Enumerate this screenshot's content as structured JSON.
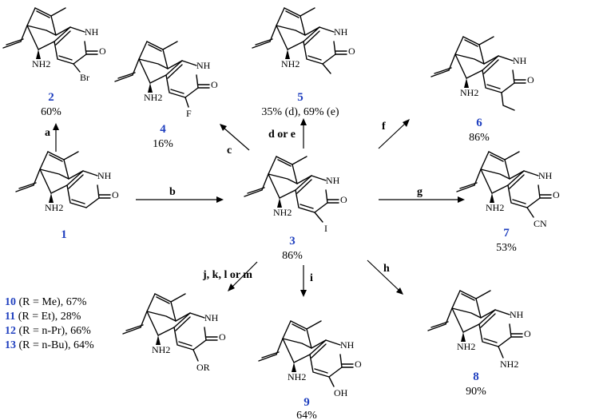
{
  "compounds": [
    {
      "id": "c1",
      "number": "1",
      "yield": "",
      "sub": "",
      "nh": "NH",
      "o": "O",
      "nh2": "NH2"
    },
    {
      "id": "c2",
      "number": "2",
      "yield": "60%",
      "sub": "Br",
      "nh": "NH",
      "o": "O",
      "nh2": "NH2"
    },
    {
      "id": "c3",
      "number": "3",
      "yield": "86%",
      "sub": "I",
      "nh": "NH",
      "o": "O",
      "nh2": "NH2"
    },
    {
      "id": "c4",
      "number": "4",
      "yield": "16%",
      "sub": "F",
      "nh": "NH",
      "o": "O",
      "nh2": "NH2"
    },
    {
      "id": "c5",
      "number": "5",
      "yield": "35% (d), 69% (e)",
      "sub": "",
      "nh": "NH",
      "o": "O",
      "nh2": "NH2"
    },
    {
      "id": "c6",
      "number": "6",
      "yield": "86%",
      "sub": "",
      "nh": "NH",
      "o": "O",
      "nh2": "NH2"
    },
    {
      "id": "c7",
      "number": "7",
      "yield": "53%",
      "sub": "CN",
      "nh": "NH",
      "o": "O",
      "nh2": "NH2"
    },
    {
      "id": "c8",
      "number": "8",
      "yield": "90%",
      "sub": "NH2",
      "nh": "NH",
      "o": "O",
      "nh2": "NH2"
    },
    {
      "id": "c9",
      "number": "9",
      "yield": "64%",
      "sub": "OH",
      "nh": "NH",
      "o": "O",
      "nh2": "NH2"
    },
    {
      "id": "c10",
      "number": "",
      "yield": "",
      "sub": "OR",
      "nh": "NH",
      "o": "O",
      "nh2": "NH2"
    }
  ],
  "reagents": {
    "a": "a",
    "b": "b",
    "c": "c",
    "de": "d or e",
    "f": "f",
    "g": "g",
    "h": "h",
    "i": "i",
    "jklm": "j, k, l or m"
  },
  "r_list": [
    {
      "num": "10",
      "text": " (R = Me), 67%"
    },
    {
      "num": "11",
      "text": " (R = Et), 28%"
    },
    {
      "num": "12",
      "text": " (R = n-Pr), 66%"
    },
    {
      "num": "13",
      "text": " (R = n-Bu), 64%"
    }
  ],
  "colors": {
    "compound_number": "#1f3fbf",
    "ink": "#000000"
  }
}
